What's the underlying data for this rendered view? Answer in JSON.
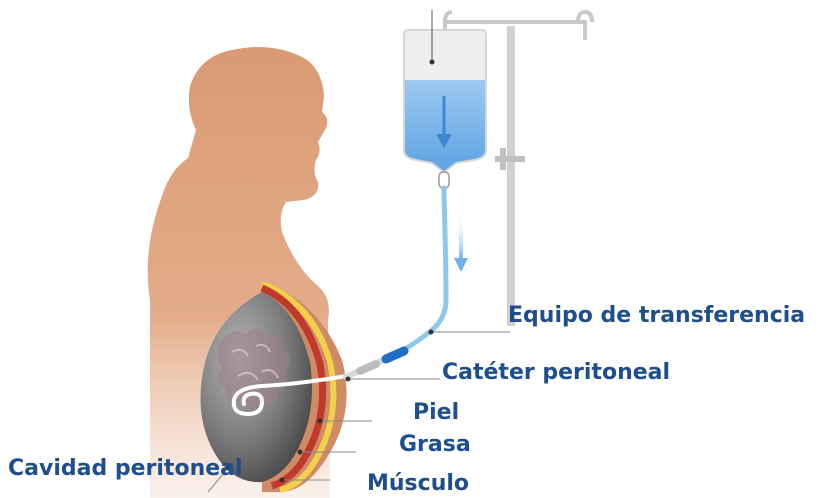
{
  "labels": {
    "transfer_set": "Equipo de transferencia",
    "peritoneal_catheter": "Catéter peritoneal",
    "skin": "Piel",
    "fat": "Grasa",
    "muscle": "Músculo",
    "peritoneal_cavity": "Cavidad peritoneal"
  },
  "colors": {
    "label_text": "#1f4e8c",
    "body_skin": "#d99a73",
    "fluid": "#7fb6e6",
    "tubing": "#9fd0f0",
    "connector": "#1f6fc7",
    "fat_layer": "#f2d04a",
    "muscle_layer": "#c83a3a",
    "cavity": "#6b6b6b",
    "pole": "#c7c7c7"
  },
  "icons": {
    "bag_arrow": "down-arrow-icon",
    "tube_arrow": "down-arrow-icon"
  }
}
